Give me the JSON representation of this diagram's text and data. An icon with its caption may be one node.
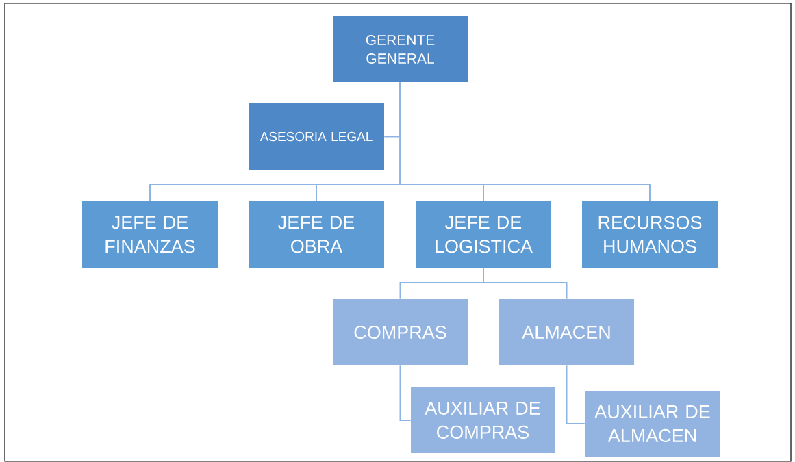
{
  "diagram": {
    "nodes": [
      {
        "text": [
          "GERENTE GENERAL"
        ]
      },
      {
        "text": [
          "ASESORIA LEGAL"
        ]
      },
      {
        "text": [
          "JEFE DE FINANZAS"
        ]
      },
      {
        "text": [
          "JEFE DE OBRA"
        ]
      },
      {
        "text": [
          "JEFE DE LOGISTICA"
        ]
      },
      {
        "text": [
          "RECURSOS HUMANOS"
        ]
      },
      {
        "text": [
          "COMPRAS"
        ]
      },
      {
        "text": [
          "ALMACEN"
        ]
      },
      {
        "text": [
          "AUXILIAR DE COMPRAS"
        ]
      },
      {
        "text": [
          "AUXILIAR DE ALMACEN"
        ]
      }
    ],
    "edges": [
      {
        "from": 0,
        "to": 1,
        "arrow": "none"
      },
      {
        "from": 0,
        "to": 2,
        "arrow": "none"
      },
      {
        "from": 0,
        "to": 3,
        "arrow": "none"
      },
      {
        "from": 0,
        "to": 4,
        "arrow": "none"
      },
      {
        "from": 0,
        "to": 5,
        "arrow": "none"
      },
      {
        "from": 4,
        "to": 6,
        "arrow": "none"
      },
      {
        "from": 4,
        "to": 7,
        "arrow": "none"
      },
      {
        "from": 6,
        "to": 8,
        "arrow": "none"
      },
      {
        "from": 7,
        "to": 9,
        "arrow": "none"
      }
    ]
  }
}
